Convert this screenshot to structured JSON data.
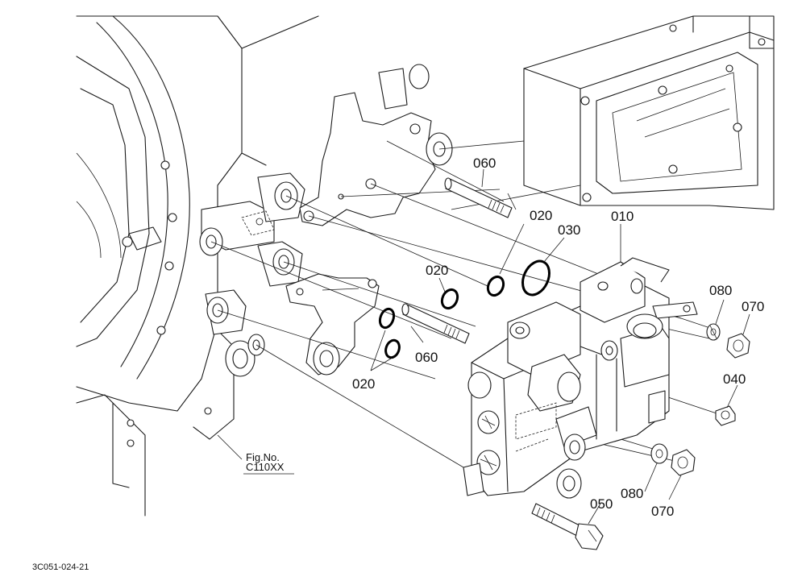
{
  "labels": {
    "l010": "010",
    "l020a": "020",
    "l020b": "020",
    "l020c": "020",
    "l030": "030",
    "l040": "040",
    "l050": "050",
    "l060a": "060",
    "l060b": "060",
    "l070a": "070",
    "l070b": "070",
    "l080a": "080",
    "l080b": "080"
  },
  "figref": {
    "line1": "Fig.No.",
    "line2": "C110XX"
  },
  "drawing_code": "3C051-024-21"
}
